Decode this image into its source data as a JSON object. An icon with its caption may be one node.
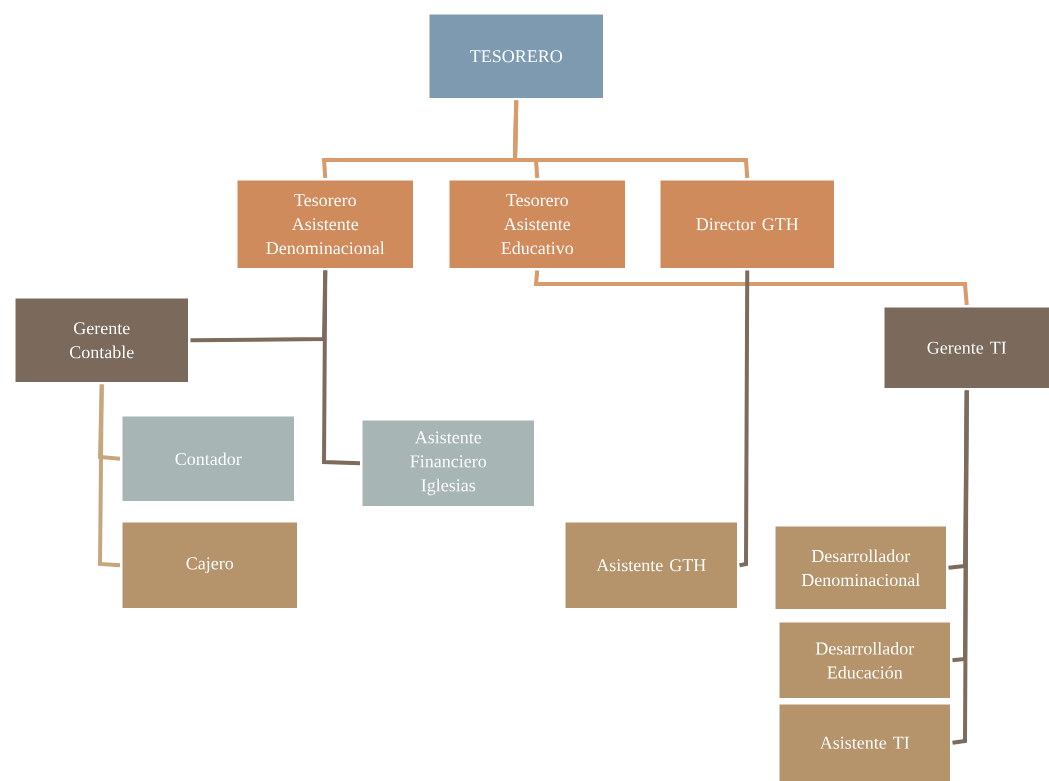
{
  "diagram": {
    "nodes": [
      {
        "text": [
          "TESORERO"
        ]
      },
      {
        "text": [
          "Tesorero Asistente Denominacional"
        ]
      },
      {
        "text": [
          "Tesorero Asistente Educativo"
        ]
      },
      {
        "text": [
          "Director GTH"
        ]
      },
      {
        "text": [
          "Gerente Contable"
        ]
      },
      {
        "text": [
          "Gerente TI"
        ]
      },
      {
        "text": [
          "Contador"
        ]
      },
      {
        "text": [
          "Asistente Financiero Iglesias"
        ]
      },
      {
        "text": [
          "Cajero"
        ]
      },
      {
        "text": [
          "Asistente GTH"
        ]
      },
      {
        "text": [
          "Desarrollador Denominacional"
        ]
      },
      {
        "text": [
          "Desarrollador Educación"
        ]
      },
      {
        "text": [
          "Asistente TI"
        ]
      }
    ],
    "edges": [
      {
        "from": 0,
        "to": 1,
        "arrow": "none",
        "color": "#d89b6c"
      },
      {
        "from": 0,
        "to": 2,
        "arrow": "none",
        "color": "#d89b6c"
      },
      {
        "from": 0,
        "to": 3,
        "arrow": "none",
        "color": "#d89b6c"
      },
      {
        "from": 1,
        "to": 4,
        "arrow": "none"
      },
      {
        "from": 1,
        "to": 7,
        "arrow": "none"
      },
      {
        "from": 2,
        "to": 5,
        "arrow": "none",
        "color": "#d89b6c"
      },
      {
        "from": 3,
        "to": 9,
        "arrow": "none"
      },
      {
        "from": 4,
        "to": 6,
        "arrow": "none",
        "color": "#c6a77d"
      },
      {
        "from": 4,
        "to": 8,
        "arrow": "none",
        "color": "#c6a77d"
      },
      {
        "from": 5,
        "to": 10,
        "arrow": "none"
      },
      {
        "from": 5,
        "to": 11,
        "arrow": "none"
      },
      {
        "from": 5,
        "to": 12,
        "arrow": "none"
      }
    ]
  }
}
